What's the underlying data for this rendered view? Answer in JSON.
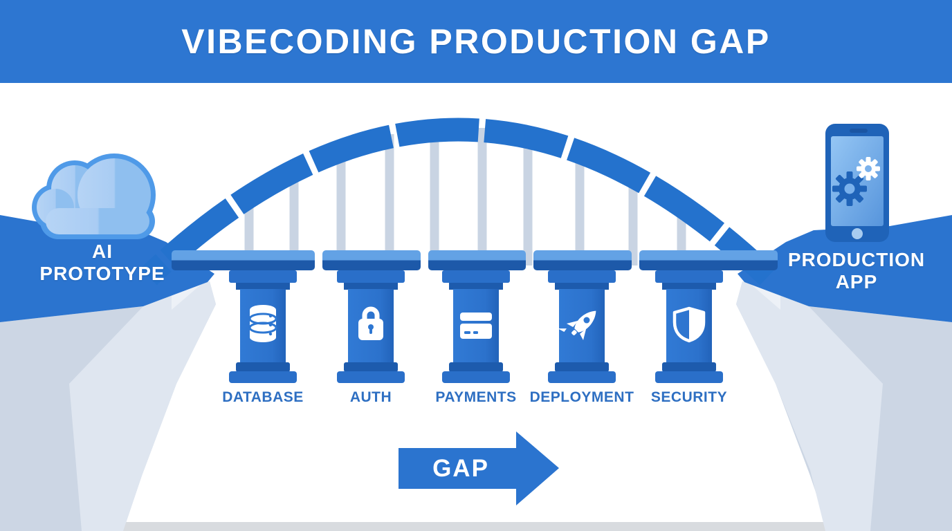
{
  "title": "VIBECODING PRODUCTION GAP",
  "left_platform": {
    "icon": "cloud-icon",
    "label_line1": "AI",
    "label_line2": "PROTOTYPE"
  },
  "right_platform": {
    "icon": "smartphone-gears-icon",
    "label_line1": "PRODUCTION",
    "label_line2": "APP"
  },
  "bridge": {
    "pillars": [
      {
        "label": "DATABASE",
        "icon": "database-icon"
      },
      {
        "label": "AUTH",
        "icon": "lock-icon"
      },
      {
        "label": "PAYMENTS",
        "icon": "credit-card-icon"
      },
      {
        "label": "DEPLOYMENT",
        "icon": "rocket-icon"
      },
      {
        "label": "SECURITY",
        "icon": "shield-icon"
      }
    ]
  },
  "gap_arrow": {
    "label": "GAP",
    "direction": "right"
  },
  "colors": {
    "header_blue": "#2d76d1",
    "arch_blue": "#2472cd",
    "deck_light": "#63a2e5",
    "deck_dark": "#1d59a9",
    "pillar_blue": "#2e77d2",
    "pillar_dark": "#1d5bad",
    "cable_gray": "#c9d4e3",
    "cliff_gray": "#ccd6e4",
    "cliff_gray_light": "#dfe6f0",
    "label_blue": "#2e6fc2",
    "icon_white": "#ffffff"
  }
}
